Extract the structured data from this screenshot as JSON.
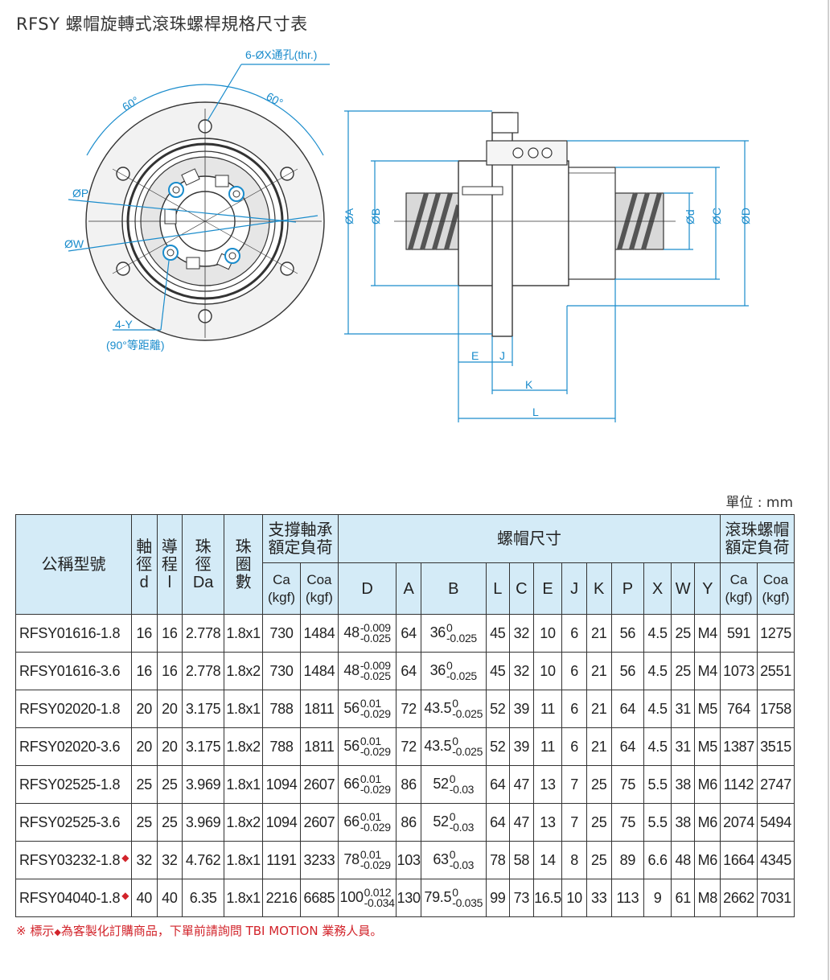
{
  "title": "RFSY 螺帽旋轉式滾珠螺桿規格尺寸表",
  "unit": "單位 : mm",
  "drawing": {
    "hole_label": "6-ØX通孔(thr.)",
    "angle_1": "60°",
    "angle_2": "60°",
    "label_P": "ØP",
    "label_W": "ØW",
    "label_Y": "4-Y",
    "label_Y_note": "(90°等距離)",
    "label_A": "ØA",
    "label_B": "ØB",
    "label_d": "Ød",
    "label_C": "ØC",
    "label_D": "ØD",
    "label_E": "E",
    "label_J": "J",
    "label_K": "K",
    "label_L": "L"
  },
  "table": {
    "h_model": "公稱型號",
    "h_shaft": [
      "軸",
      "徑",
      "d"
    ],
    "h_lead": [
      "導",
      "程",
      "l"
    ],
    "h_ball": [
      "珠",
      "徑",
      "Da"
    ],
    "h_circ": [
      "珠",
      "圈",
      "數"
    ],
    "h_support": "支撐軸承額定負荷",
    "h_nut": "螺帽尺寸",
    "h_ballscrew": "滾珠螺帽額定負荷",
    "h_ca": "Ca (kgf)",
    "h_coa": "Coa (kgf)",
    "h_cols": [
      "D",
      "A",
      "B",
      "L",
      "C",
      "E",
      "J",
      "K",
      "P",
      "X",
      "W",
      "Y"
    ],
    "rows": [
      {
        "model": "RFSY01616-1.8",
        "mark": "",
        "d": "16",
        "l": "16",
        "da": "2.778",
        "circ": "1.8x1",
        "sca": "730",
        "scoa": "1484",
        "D": "48",
        "D_up": "-0.009",
        "D_lo": "-0.025",
        "A": "64",
        "B": "36",
        "B_up": "0",
        "B_lo": "-0.025",
        "L": "45",
        "C": "32",
        "E": "10",
        "J": "6",
        "K": "21",
        "P": "56",
        "X": "4.5",
        "W": "25",
        "Y": "M4",
        "ca": "591",
        "coa": "1275"
      },
      {
        "model": "RFSY01616-3.6",
        "mark": "",
        "d": "16",
        "l": "16",
        "da": "2.778",
        "circ": "1.8x2",
        "sca": "730",
        "scoa": "1484",
        "D": "48",
        "D_up": "-0.009",
        "D_lo": "-0.025",
        "A": "64",
        "B": "36",
        "B_up": "0",
        "B_lo": "-0.025",
        "L": "45",
        "C": "32",
        "E": "10",
        "J": "6",
        "K": "21",
        "P": "56",
        "X": "4.5",
        "W": "25",
        "Y": "M4",
        "ca": "1073",
        "coa": "2551"
      },
      {
        "model": "RFSY02020-1.8",
        "mark": "",
        "d": "20",
        "l": "20",
        "da": "3.175",
        "circ": "1.8x1",
        "sca": "788",
        "scoa": "1811",
        "D": "56",
        "D_up": "0.01",
        "D_lo": "-0.029",
        "A": "72",
        "B": "43.5",
        "B_up": "0",
        "B_lo": "-0.025",
        "L": "52",
        "C": "39",
        "E": "11",
        "J": "6",
        "K": "21",
        "P": "64",
        "X": "4.5",
        "W": "31",
        "Y": "M5",
        "ca": "764",
        "coa": "1758"
      },
      {
        "model": "RFSY02020-3.6",
        "mark": "",
        "d": "20",
        "l": "20",
        "da": "3.175",
        "circ": "1.8x2",
        "sca": "788",
        "scoa": "1811",
        "D": "56",
        "D_up": "0.01",
        "D_lo": "-0.029",
        "A": "72",
        "B": "43.5",
        "B_up": "0",
        "B_lo": "-0.025",
        "L": "52",
        "C": "39",
        "E": "11",
        "J": "6",
        "K": "21",
        "P": "64",
        "X": "4.5",
        "W": "31",
        "Y": "M5",
        "ca": "1387",
        "coa": "3515"
      },
      {
        "model": "RFSY02525-1.8",
        "mark": "",
        "d": "25",
        "l": "25",
        "da": "3.969",
        "circ": "1.8x1",
        "sca": "1094",
        "scoa": "2607",
        "D": "66",
        "D_up": "0.01",
        "D_lo": "-0.029",
        "A": "86",
        "B": "52",
        "B_up": "0",
        "B_lo": "-0.03",
        "L": "64",
        "C": "47",
        "E": "13",
        "J": "7",
        "K": "25",
        "P": "75",
        "X": "5.5",
        "W": "38",
        "Y": "M6",
        "ca": "1142",
        "coa": "2747"
      },
      {
        "model": "RFSY02525-3.6",
        "mark": "",
        "d": "25",
        "l": "25",
        "da": "3.969",
        "circ": "1.8x2",
        "sca": "1094",
        "scoa": "2607",
        "D": "66",
        "D_up": "0.01",
        "D_lo": "-0.029",
        "A": "86",
        "B": "52",
        "B_up": "0",
        "B_lo": "-0.03",
        "L": "64",
        "C": "47",
        "E": "13",
        "J": "7",
        "K": "25",
        "P": "75",
        "X": "5.5",
        "W": "38",
        "Y": "M6",
        "ca": "2074",
        "coa": "5494"
      },
      {
        "model": "RFSY03232-1.8",
        "mark": "◆",
        "d": "32",
        "l": "32",
        "da": "4.762",
        "circ": "1.8x1",
        "sca": "1191",
        "scoa": "3233",
        "D": "78",
        "D_up": "0.01",
        "D_lo": "-0.029",
        "A": "103",
        "B": "63",
        "B_up": "0",
        "B_lo": "-0.03",
        "L": "78",
        "C": "58",
        "E": "14",
        "J": "8",
        "K": "25",
        "P": "89",
        "X": "6.6",
        "W": "48",
        "Y": "M6",
        "ca": "1664",
        "coa": "4345"
      },
      {
        "model": "RFSY04040-1.8",
        "mark": "◆",
        "d": "40",
        "l": "40",
        "da": "6.35",
        "circ": "1.8x1",
        "sca": "2216",
        "scoa": "6685",
        "D": "100",
        "D_up": "0.012",
        "D_lo": "-0.034",
        "A": "130",
        "B": "79.5",
        "B_up": "0",
        "B_lo": "-0.035",
        "L": "99",
        "C": "73",
        "E": "16.5",
        "J": "10",
        "K": "33",
        "P": "113",
        "X": "9",
        "W": "61",
        "Y": "M8",
        "ca": "2662",
        "coa": "7031"
      }
    ]
  },
  "note": {
    "prefix": "※ 標示",
    "mark": "◆",
    "text": "為客製化訂購商品，下單前請詢問 TBI MOTION 業務人員。"
  }
}
